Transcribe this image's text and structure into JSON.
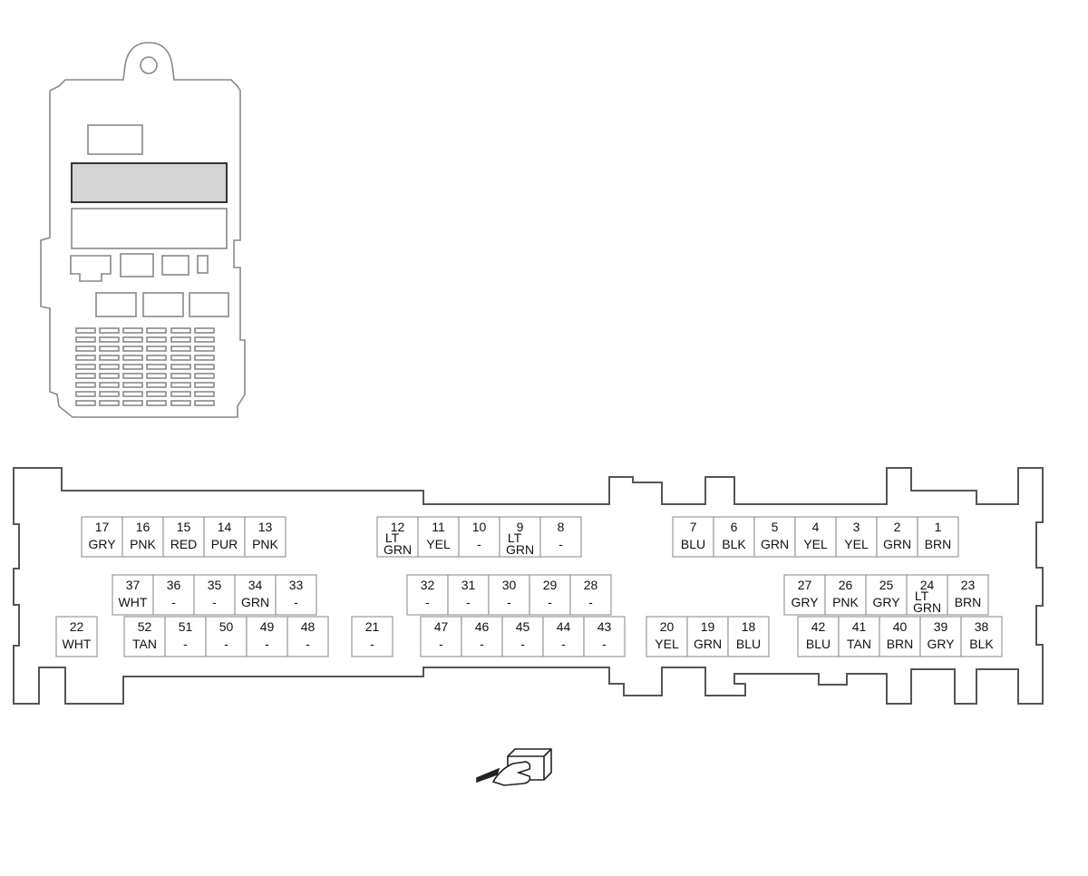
{
  "colors": {
    "outline": "#555555",
    "box_line": "#999999",
    "highlight_fill": "#d4d4d4",
    "highlight_stroke": "#333333",
    "text": "#111111"
  },
  "icons": {
    "locator": "fuse-box-locator-icon",
    "connector": "connector-terminal-side-icon"
  },
  "pins": [
    {
      "num": "17",
      "color": [
        "GRY"
      ]
    },
    {
      "num": "16",
      "color": [
        "PNK"
      ]
    },
    {
      "num": "15",
      "color": [
        "RED"
      ]
    },
    {
      "num": "14",
      "color": [
        "PUR"
      ]
    },
    {
      "num": "13",
      "color": [
        "PNK"
      ]
    },
    {
      "num": "12",
      "color": [
        "LT",
        "GRN"
      ]
    },
    {
      "num": "11",
      "color": [
        "YEL"
      ]
    },
    {
      "num": "10",
      "color": [
        "-"
      ]
    },
    {
      "num": "9",
      "color": [
        "LT",
        "GRN"
      ]
    },
    {
      "num": "8",
      "color": [
        "-"
      ]
    },
    {
      "num": "7",
      "color": [
        "BLU"
      ]
    },
    {
      "num": "6",
      "color": [
        "BLK"
      ]
    },
    {
      "num": "5",
      "color": [
        "GRN"
      ]
    },
    {
      "num": "4",
      "color": [
        "YEL"
      ]
    },
    {
      "num": "3",
      "color": [
        "YEL"
      ]
    },
    {
      "num": "2",
      "color": [
        "GRN"
      ]
    },
    {
      "num": "1",
      "color": [
        "BRN"
      ]
    },
    {
      "num": "37",
      "color": [
        "WHT"
      ]
    },
    {
      "num": "36",
      "color": [
        "-"
      ]
    },
    {
      "num": "35",
      "color": [
        "-"
      ]
    },
    {
      "num": "34",
      "color": [
        "GRN"
      ]
    },
    {
      "num": "33",
      "color": [
        "-"
      ]
    },
    {
      "num": "32",
      "color": [
        "-"
      ]
    },
    {
      "num": "31",
      "color": [
        "-"
      ]
    },
    {
      "num": "30",
      "color": [
        "-"
      ]
    },
    {
      "num": "29",
      "color": [
        "-"
      ]
    },
    {
      "num": "28",
      "color": [
        "-"
      ]
    },
    {
      "num": "27",
      "color": [
        "GRY"
      ]
    },
    {
      "num": "26",
      "color": [
        "PNK"
      ]
    },
    {
      "num": "25",
      "color": [
        "GRY"
      ]
    },
    {
      "num": "24",
      "color": [
        "LT",
        "GRN"
      ]
    },
    {
      "num": "23",
      "color": [
        "BRN"
      ]
    },
    {
      "num": "22",
      "color": [
        "WHT"
      ]
    },
    {
      "num": "52",
      "color": [
        "TAN"
      ]
    },
    {
      "num": "51",
      "color": [
        "-"
      ]
    },
    {
      "num": "50",
      "color": [
        "-"
      ]
    },
    {
      "num": "49",
      "color": [
        "-"
      ]
    },
    {
      "num": "48",
      "color": [
        "-"
      ]
    },
    {
      "num": "21",
      "color": [
        "-"
      ]
    },
    {
      "num": "47",
      "color": [
        "-"
      ]
    },
    {
      "num": "46",
      "color": [
        "-"
      ]
    },
    {
      "num": "45",
      "color": [
        "-"
      ]
    },
    {
      "num": "44",
      "color": [
        "-"
      ]
    },
    {
      "num": "43",
      "color": [
        "-"
      ]
    },
    {
      "num": "20",
      "color": [
        "YEL"
      ]
    },
    {
      "num": "19",
      "color": [
        "GRN"
      ]
    },
    {
      "num": "18",
      "color": [
        "BLU"
      ]
    },
    {
      "num": "42",
      "color": [
        "BLU"
      ]
    },
    {
      "num": "41",
      "color": [
        "TAN"
      ]
    },
    {
      "num": "40",
      "color": [
        "BRN"
      ]
    },
    {
      "num": "39",
      "color": [
        "GRY"
      ]
    },
    {
      "num": "38",
      "color": [
        "BLK"
      ]
    }
  ]
}
